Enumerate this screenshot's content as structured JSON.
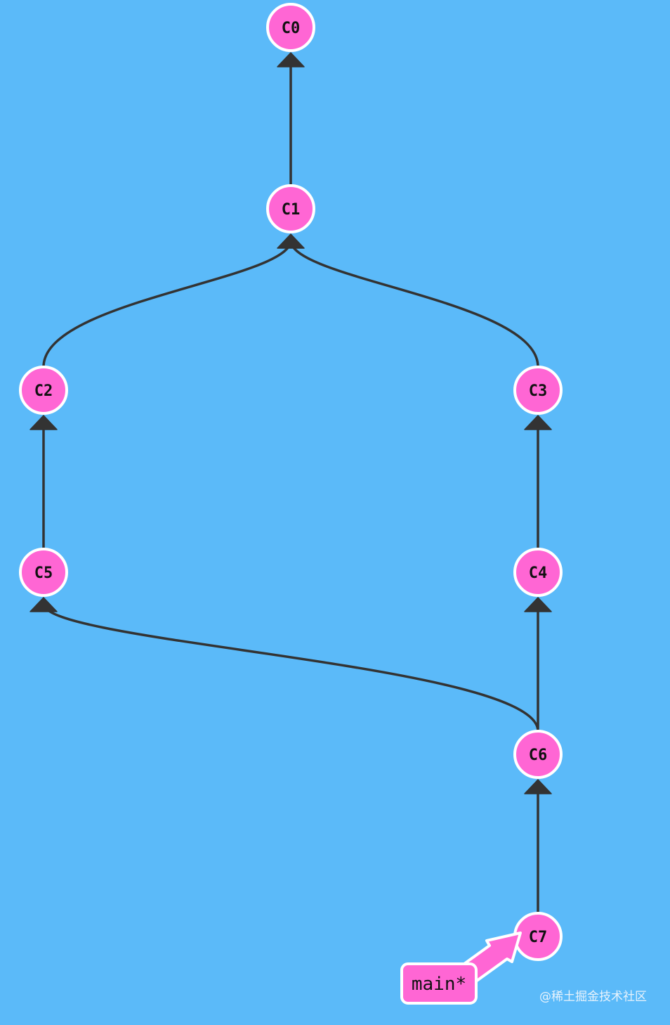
{
  "colors": {
    "background": "#5bbaf9",
    "commit_fill": "#ff66d4",
    "commit_stroke": "#ffffff",
    "edge": "#333333",
    "branch_fill": "#ff66d4"
  },
  "commits": [
    {
      "id": "C0",
      "label": "C0"
    },
    {
      "id": "C1",
      "label": "C1"
    },
    {
      "id": "C2",
      "label": "C2"
    },
    {
      "id": "C3",
      "label": "C3"
    },
    {
      "id": "C4",
      "label": "C4"
    },
    {
      "id": "C5",
      "label": "C5"
    },
    {
      "id": "C6",
      "label": "C6"
    },
    {
      "id": "C7",
      "label": "C7"
    }
  ],
  "edges": [
    {
      "from": "C1",
      "to": "C0"
    },
    {
      "from": "C2",
      "to": "C1"
    },
    {
      "from": "C3",
      "to": "C1"
    },
    {
      "from": "C5",
      "to": "C2"
    },
    {
      "from": "C4",
      "to": "C3"
    },
    {
      "from": "C6",
      "to": "C5"
    },
    {
      "from": "C6",
      "to": "C4"
    },
    {
      "from": "C7",
      "to": "C6"
    }
  ],
  "branch": {
    "label": "main*",
    "target": "C7"
  },
  "watermark": "@稀土掘金技术社区"
}
